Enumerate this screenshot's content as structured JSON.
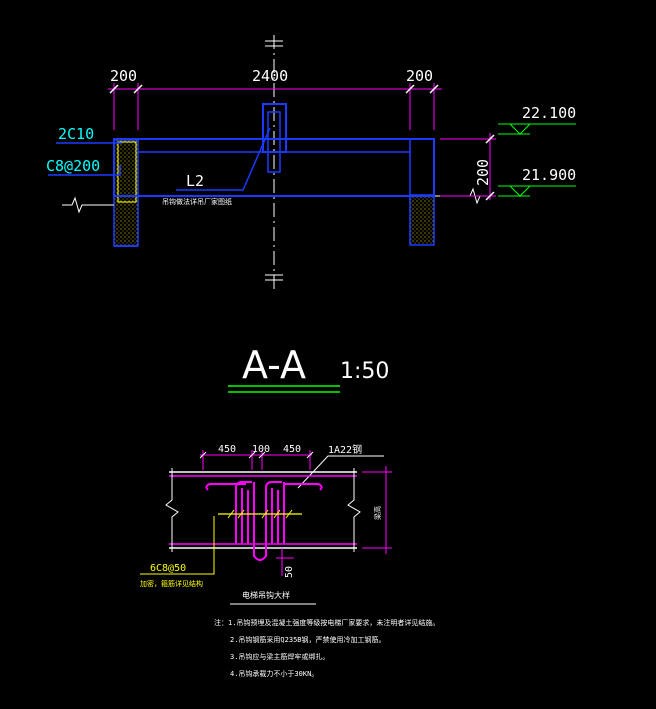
{
  "section": {
    "title": "A-A",
    "scale": "1:50",
    "dims": {
      "left": "200",
      "middle": "2400",
      "right": "200",
      "vertical": "200"
    },
    "rebar_main": "2C10",
    "rebar_stirrup": "C8@200",
    "beam_label": "L2",
    "beam_note": "吊钩做法详吊厂家图纸",
    "elev_top": "22.100",
    "elev_bottom": "21.900"
  },
  "detail": {
    "dims": {
      "d1": "450",
      "d2": "100",
      "d3": "450"
    },
    "bar_label": "1A22钢",
    "right_dim": "梁高",
    "bottom_dim": "50",
    "stirrup_label": "6C8@50",
    "stirrup_note": "加密，箍筋详见结构",
    "caption": "电梯吊钩大样",
    "notes": [
      "注：1.吊钩预埋及混凝土强度等级按电梯厂家要求，未注明者详见结施。",
      "2.吊钩钢筋采用Q235B钢，严禁使用冷加工钢筋。",
      "3.吊钩应与梁主筋焊牢或绑扎。",
      "4.吊钩承载力不小于30KN。"
    ]
  }
}
